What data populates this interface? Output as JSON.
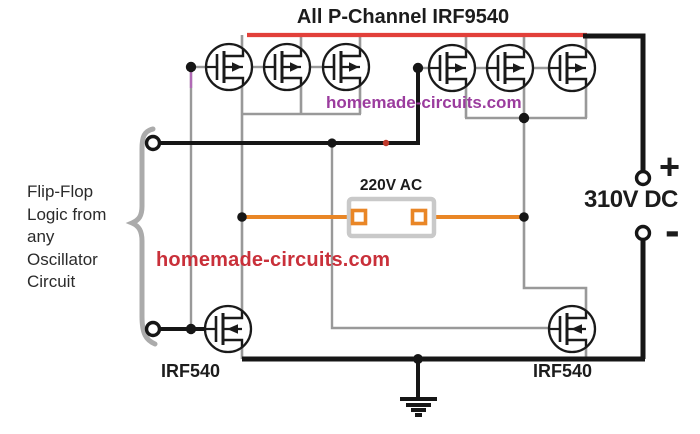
{
  "title": "All P-Channel IRF9540",
  "watermarks": {
    "top": "homemade-circuits.com",
    "middle": "homemade-circuits.com"
  },
  "labels": {
    "ac_output": "220V AC",
    "dc_plus": "+",
    "dc_voltage": "310V DC",
    "dc_minus": "-",
    "flip_flop_note": "Flip-Flop\nLogic from\nany\nOscillator\nCircuit",
    "mosfet_bottom_left": "IRF540",
    "mosfet_bottom_right": "IRF540"
  },
  "colors": {
    "rail_red": "#e2403a",
    "wire_gray": "#999999",
    "wire_black": "#161616",
    "accent_orange": "#e98626",
    "watermark_purple": "#9b3c9e",
    "watermark_red": "#c9303a",
    "socket_gray": "#c9c9c9",
    "brace_gray": "#ababab",
    "purple_wire": "#b06ab5"
  }
}
